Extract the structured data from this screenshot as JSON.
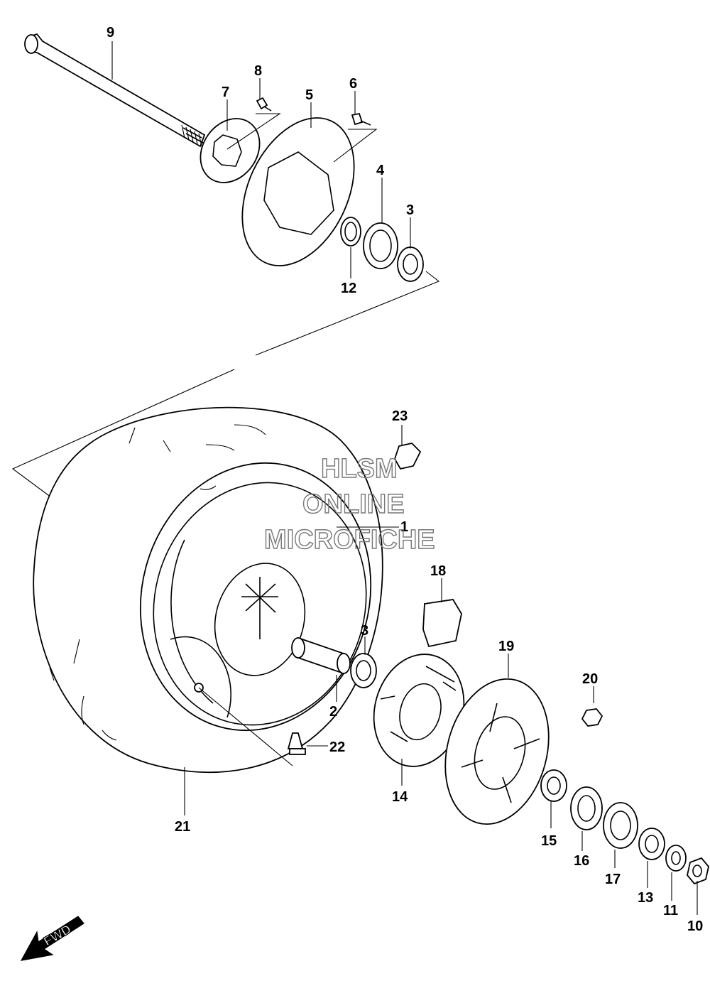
{
  "watermark": {
    "line1": "HLSM",
    "line2": "ONLINE",
    "line3": "MICROFICHE"
  },
  "fwd_label": "FWD",
  "callouts": [
    {
      "id": "9",
      "text": "9"
    },
    {
      "id": "8",
      "text": "8"
    },
    {
      "id": "7",
      "text": "7"
    },
    {
      "id": "5",
      "text": "5"
    },
    {
      "id": "6",
      "text": "6"
    },
    {
      "id": "4",
      "text": "4"
    },
    {
      "id": "3a",
      "text": "3"
    },
    {
      "id": "12",
      "text": "12"
    },
    {
      "id": "23",
      "text": "23"
    },
    {
      "id": "1",
      "text": "1"
    },
    {
      "id": "18",
      "text": "18"
    },
    {
      "id": "3b",
      "text": "3"
    },
    {
      "id": "19",
      "text": "19"
    },
    {
      "id": "20",
      "text": "20"
    },
    {
      "id": "2",
      "text": "2"
    },
    {
      "id": "22",
      "text": "22"
    },
    {
      "id": "14",
      "text": "14"
    },
    {
      "id": "21",
      "text": "21"
    },
    {
      "id": "15",
      "text": "15"
    },
    {
      "id": "16",
      "text": "16"
    },
    {
      "id": "17",
      "text": "17"
    },
    {
      "id": "13",
      "text": "13"
    },
    {
      "id": "11",
      "text": "11"
    },
    {
      "id": "10",
      "text": "10"
    }
  ]
}
